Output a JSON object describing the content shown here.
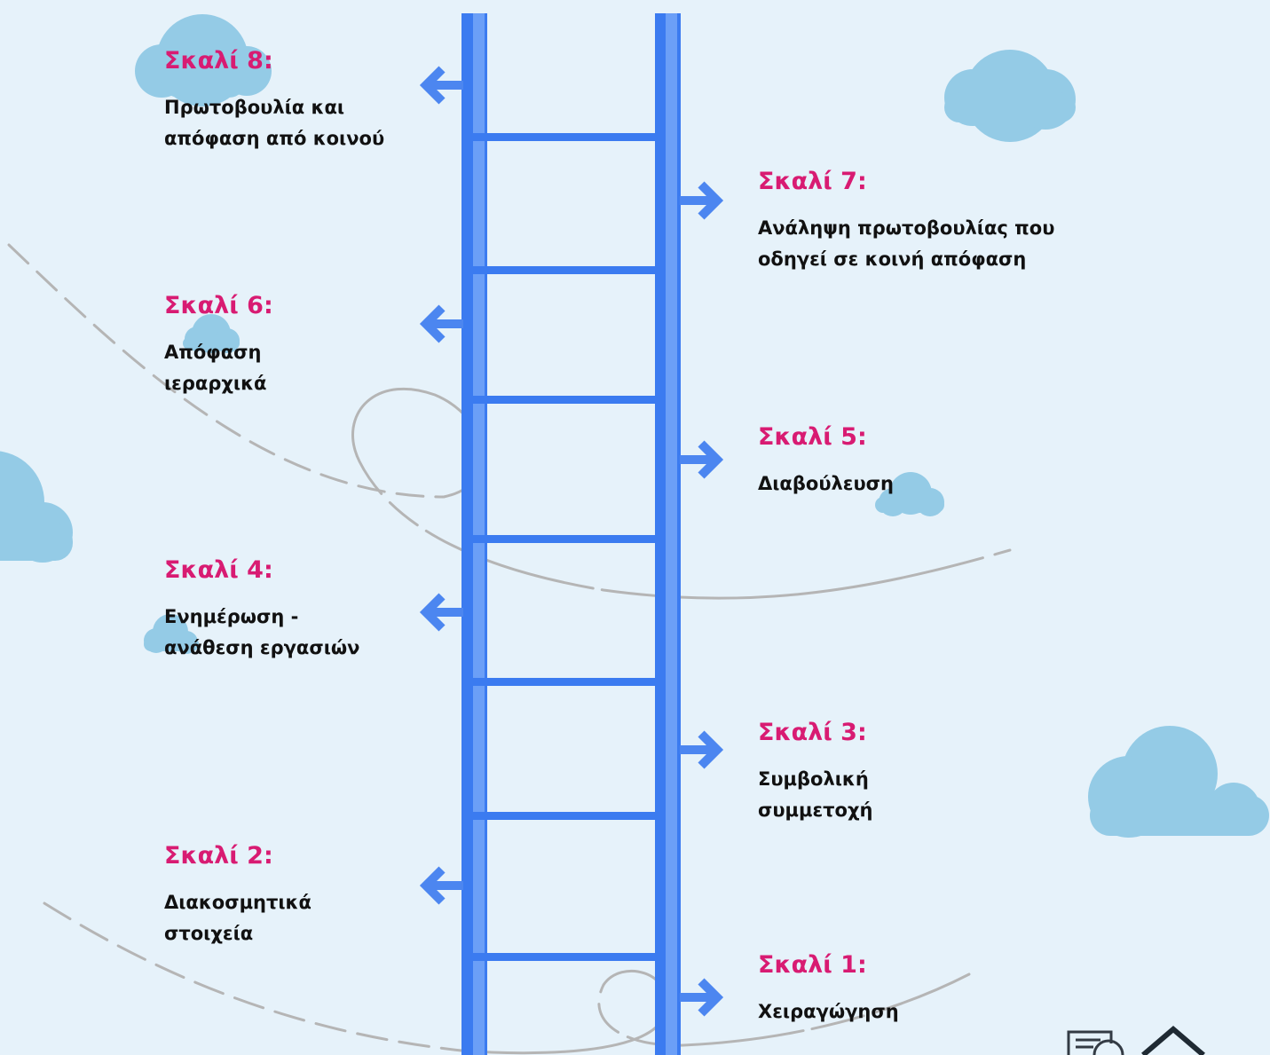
{
  "diagram": {
    "steps": [
      {
        "title": "Σκαλί 8:",
        "description_lines": [
          "Πρωτοβουλία και",
          "απόφαση από κοινού"
        ]
      },
      {
        "title": "Σκαλί 7:",
        "description_lines": [
          "Ανάληψη πρωτοβουλίας που",
          "οδηγεί σε κοινή απόφαση"
        ]
      },
      {
        "title": "Σκαλί 6:",
        "description_lines": [
          "Απόφαση",
          "ιεραρχικά"
        ]
      },
      {
        "title": "Σκαλί 5:",
        "description_lines": [
          "Διαβούλευση"
        ]
      },
      {
        "title": "Σκαλί 4:",
        "description_lines": [
          "Ενημέρωση -",
          "ανάθεση εργασιών"
        ]
      },
      {
        "title": "Σκαλί 3:",
        "description_lines": [
          "Συμβολική",
          "συμμετοχή"
        ]
      },
      {
        "title": "Σκαλί 2:",
        "description_lines": [
          "Διακοσμητικά",
          "στοιχεία"
        ]
      },
      {
        "title": "Σκαλί 1:",
        "description_lines": [
          "Χειραγώγηση"
        ]
      }
    ]
  },
  "colors": {
    "background": "#e6f2fa",
    "ladder": "#3b7bf0",
    "ladder_highlight": "#6b9ff7",
    "arrow": "#4c86f0",
    "step_title": "#d81b72",
    "step_text": "#111111",
    "cloud": "#94cbe6",
    "path_line": "#b5b5b5"
  },
  "icons": [
    "cloud-icon",
    "arrow-left-icon",
    "arrow-right-icon",
    "document-search-icon",
    "triangle-logo-icon"
  ]
}
